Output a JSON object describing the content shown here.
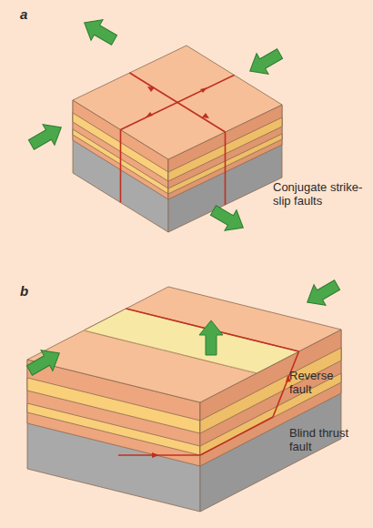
{
  "diagram": {
    "labels": [
      "a",
      "Conjugate strike-slip faults",
      "b",
      "Reverse fault",
      "Blind thrust fault"
    ]
  }
}
